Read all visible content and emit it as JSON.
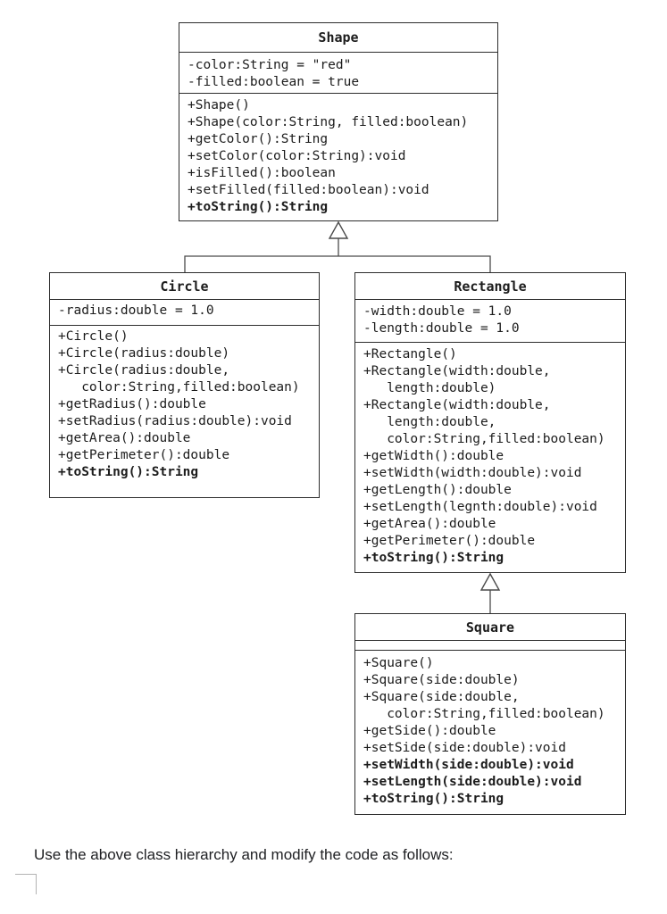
{
  "page": {
    "caption": "Use the above class hierarchy and modify the code as follows:"
  },
  "diagram": {
    "type": "uml-class-diagram",
    "classes": {
      "shape": {
        "name": "Shape",
        "attributes": [
          {
            "text": "-color:String = \"red\""
          },
          {
            "text": "-filled:boolean = true"
          }
        ],
        "methods": [
          {
            "text": "+Shape()"
          },
          {
            "text": "+Shape(color:String, filled:boolean)"
          },
          {
            "text": "+getColor():String"
          },
          {
            "text": "+setColor(color:String):void"
          },
          {
            "text": "+isFilled():boolean"
          },
          {
            "text": "+setFilled(filled:boolean):void"
          },
          {
            "text": "+toString():String",
            "bold": true
          }
        ]
      },
      "circle": {
        "name": "Circle",
        "attributes": [
          {
            "text": "-radius:double = 1.0"
          }
        ],
        "methods": [
          {
            "text": "+Circle()"
          },
          {
            "text": "+Circle(radius:double)"
          },
          {
            "text": "+Circle(radius:double,"
          },
          {
            "text": "   color:String,filled:boolean)"
          },
          {
            "text": "+getRadius():double"
          },
          {
            "text": "+setRadius(radius:double):void"
          },
          {
            "text": "+getArea():double"
          },
          {
            "text": "+getPerimeter():double"
          },
          {
            "text": "+toString():String",
            "bold": true
          }
        ]
      },
      "rectangle": {
        "name": "Rectangle",
        "attributes": [
          {
            "text": "-width:double = 1.0"
          },
          {
            "text": "-length:double = 1.0"
          }
        ],
        "methods": [
          {
            "text": "+Rectangle()"
          },
          {
            "text": "+Rectangle(width:double,"
          },
          {
            "text": "   length:double)"
          },
          {
            "text": "+Rectangle(width:double,"
          },
          {
            "text": "   length:double,"
          },
          {
            "text": "   color:String,filled:boolean)"
          },
          {
            "text": "+getWidth():double"
          },
          {
            "text": "+setWidth(width:double):void"
          },
          {
            "text": "+getLength():double"
          },
          {
            "text": "+setLength(legnth:double):void"
          },
          {
            "text": "+getArea():double"
          },
          {
            "text": "+getPerimeter():double"
          },
          {
            "text": "+toString():String",
            "bold": true
          }
        ]
      },
      "square": {
        "name": "Square",
        "attributes": [],
        "methods": [
          {
            "text": "+Square()"
          },
          {
            "text": "+Square(side:double)"
          },
          {
            "text": "+Square(side:double,"
          },
          {
            "text": "   color:String,filled:boolean)"
          },
          {
            "text": "+getSide():double"
          },
          {
            "text": "+setSide(side:double):void"
          },
          {
            "text": "+setWidth(side:double):void",
            "bold": true
          },
          {
            "text": "+setLength(side:double):void",
            "bold": true
          },
          {
            "text": "+toString():String",
            "bold": true
          }
        ]
      }
    },
    "relations": [
      {
        "type": "inheritance",
        "from": "Circle",
        "to": "Shape"
      },
      {
        "type": "inheritance",
        "from": "Rectangle",
        "to": "Shape"
      },
      {
        "type": "inheritance",
        "from": "Square",
        "to": "Rectangle"
      }
    ]
  }
}
